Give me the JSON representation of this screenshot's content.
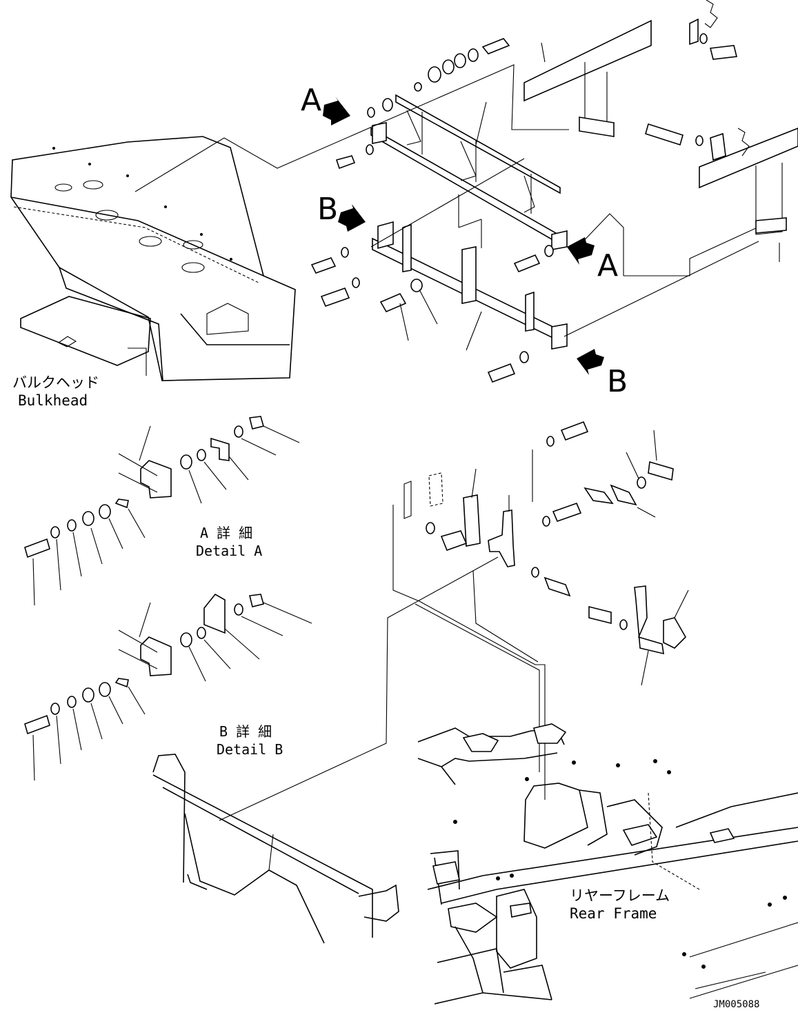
{
  "labels": {
    "bulkhead_jp": "バルクヘッド",
    "bulkhead_en": "Bulkhead",
    "detail_a_jp": "A 詳 細",
    "detail_a_en": "Detail A",
    "detail_b_jp": "B 詳 細",
    "detail_b_en": "Detail B",
    "rear_frame_jp": "リヤーフレーム",
    "rear_frame_en": "Rear Frame",
    "drawing_id": "JM005088"
  },
  "view_markers": {
    "a": "A",
    "b": "B"
  }
}
